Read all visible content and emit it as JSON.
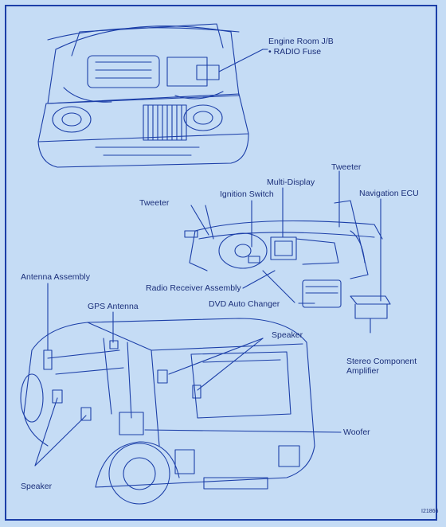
{
  "colors": {
    "background": "#c5dcf5",
    "line": "#1c3fa8",
    "text": "#1b2f7a"
  },
  "labels": {
    "engine_room_jb": "Engine Room J/B",
    "radio_fuse": "• RADIO Fuse",
    "tweeter_right": "Tweeter",
    "multi_display": "Multi-Display",
    "navigation_ecu": "Navigation ECU",
    "tweeter_left": "Tweeter",
    "ignition_switch": "Ignition Switch",
    "antenna_assembly": "Antenna Assembly",
    "radio_receiver_assembly": "Radio Receiver Assembly",
    "dvd_auto_changer": "DVD Auto Changer",
    "gps_antenna": "GPS Antenna",
    "speaker_rear": "Speaker",
    "stereo_component_amplifier_line1": "Stereo Component",
    "stereo_component_amplifier_line2": "Amplifier",
    "woofer": "Woofer",
    "speaker_front": "Speaker",
    "figure_code": "I21866"
  }
}
